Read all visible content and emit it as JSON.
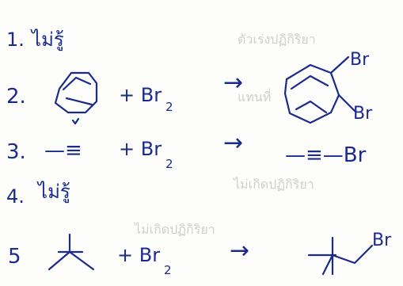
{
  "colors": {
    "ink": "#1b2a8c",
    "paper": "#fdfdfb",
    "bleed_through": "#cfcfcf"
  },
  "lines": [
    {
      "number": "1.",
      "text": "ไม่รู้"
    },
    {
      "number": "2.",
      "reagent": "+ Br",
      "subscript": "2",
      "arrow": "→",
      "product_labels": [
        "Br",
        "Br"
      ]
    },
    {
      "number": "3.",
      "reactant": "—≡",
      "reagent": "+ Br",
      "subscript": "2",
      "arrow": "→",
      "product": "—≡—Br"
    },
    {
      "number": "4.",
      "text": "ไม่รู้"
    },
    {
      "number": "5",
      "reagent": "+ Br",
      "subscript": "2",
      "arrow": "→",
      "product_label": "Br"
    }
  ],
  "bleed_through": [
    "ตัวเร่งปฏิกิริยา",
    "แทนที่",
    "ไม่เกิดปฏิกิริยา",
    "ไม่เกิดปฏิกิริยา"
  ]
}
